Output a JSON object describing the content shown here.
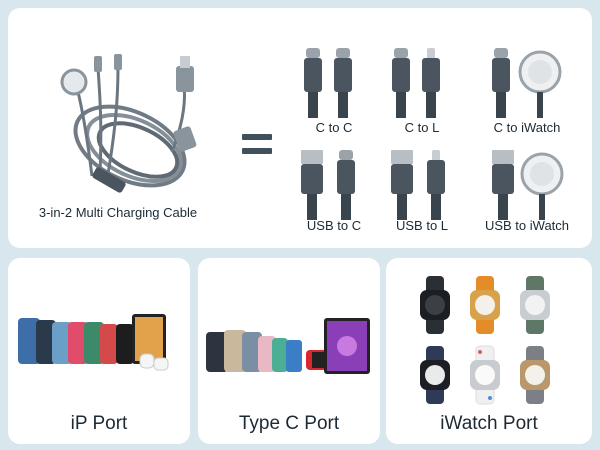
{
  "product": {
    "caption": "3-in-2 Multi Charging Cable"
  },
  "equals_symbol": "equals-sign",
  "combinations": [
    {
      "label": "C to C",
      "input": "usb-c",
      "output": "usb-c"
    },
    {
      "label": "C to L",
      "input": "usb-c",
      "output": "lightning"
    },
    {
      "label": "C to iWatch",
      "input": "usb-c",
      "output": "watch-charger"
    },
    {
      "label": "USB to C",
      "input": "usb-a",
      "output": "usb-c"
    },
    {
      "label": "USB to L",
      "input": "usb-a",
      "output": "lightning"
    },
    {
      "label": "USB to iWatch",
      "input": "usb-a",
      "output": "watch-charger"
    }
  ],
  "ports": [
    {
      "title": "iP Port",
      "image": "iphone-ipad-lineup"
    },
    {
      "title": "Type C Port",
      "image": "usb-c-devices-lineup"
    },
    {
      "title": "iWatch Port",
      "image": "apple-watch-grid"
    }
  ],
  "colors": {
    "background": "#d8e6ee",
    "card": "#ffffff",
    "connector_metal": "#8a949c",
    "connector_dark": "#4a5560",
    "text": "#1d2a33"
  }
}
